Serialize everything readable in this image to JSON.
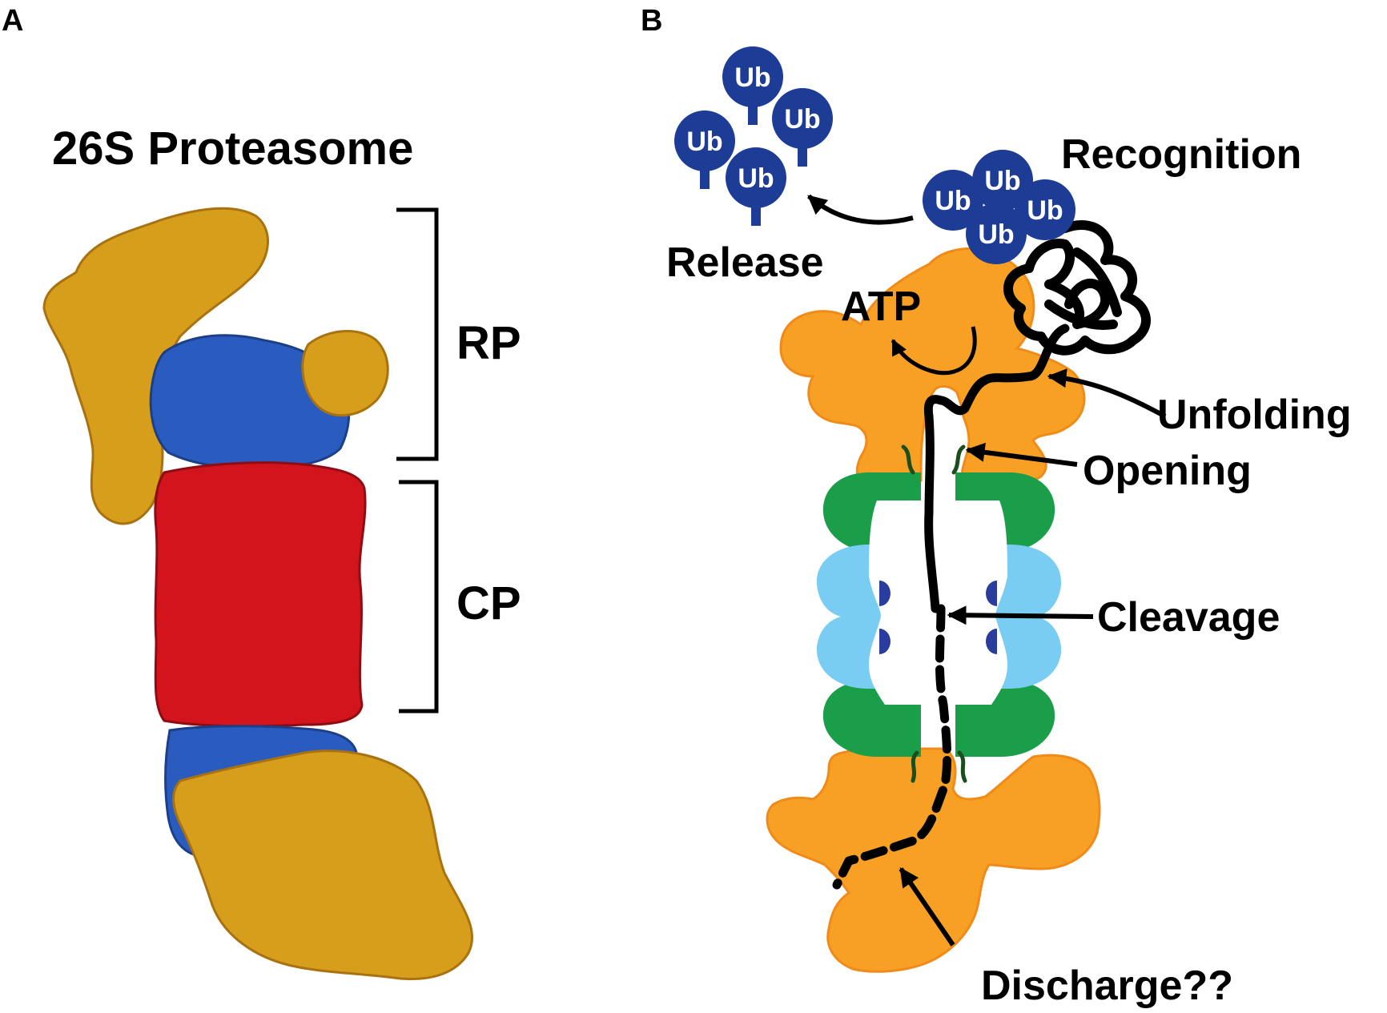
{
  "panels": {
    "a": {
      "letter": "A",
      "title": "26S Proteasome",
      "rp_label": "RP",
      "cp_label": "CP"
    },
    "b": {
      "letter": "B",
      "ub_label": "Ub",
      "labels": {
        "recognition": "Recognition",
        "release": "Release",
        "atp": "ATP",
        "unfolding": "Unfolding",
        "opening": "Opening",
        "cleavage": "Cleavage",
        "discharge": "Discharge??"
      }
    }
  },
  "colors": {
    "rp_lid": "#d79e1c",
    "rp_base": "#2a5cbf",
    "core_particle": "#d4141c",
    "rp_schematic": "#f7a023",
    "rp_schematic_outline": "#f08a1a",
    "alpha_ring": "#1a9e4a",
    "beta_ring": "#79cdf2",
    "active_site": "#2a3d9e",
    "ubiquitin": "#1d3c96",
    "gate": "#1c4d1c"
  }
}
